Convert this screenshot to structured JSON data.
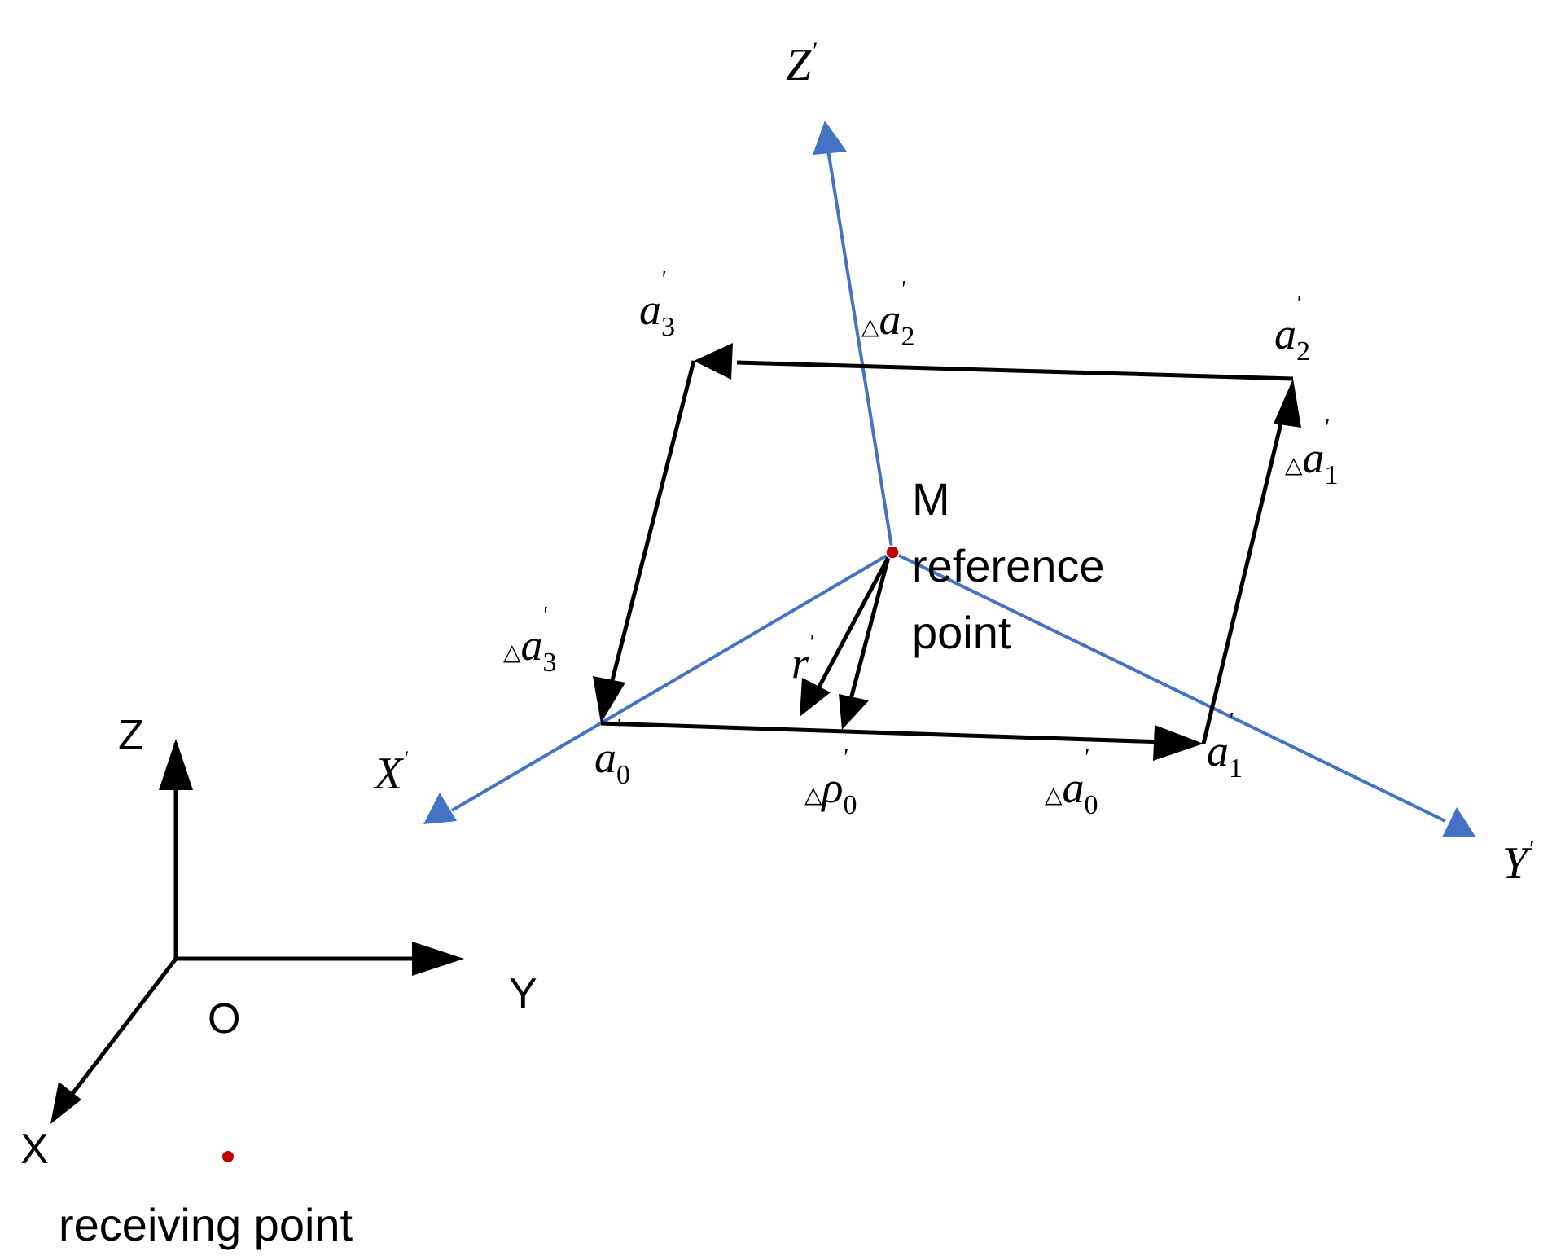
{
  "colors": {
    "axis_blue": "#4472C4",
    "line_black": "#000000",
    "point_red": "#C00000"
  },
  "global_axes": {
    "z": "Z",
    "y": "Y",
    "x": "X",
    "origin": "O"
  },
  "local_axes": {
    "x": "X",
    "y": "Y",
    "z": "Z",
    "prime": "'"
  },
  "reference_point": {
    "name": "M",
    "line1": "reference",
    "line2": "point"
  },
  "receiving_point": {
    "label": "receiving point"
  },
  "vertices": {
    "a0": {
      "base": "a",
      "sub": "0",
      "prime": "'"
    },
    "a1": {
      "base": "a",
      "sub": "1",
      "prime": "'"
    },
    "a2": {
      "base": "a",
      "sub": "2",
      "prime": "'"
    },
    "a3": {
      "base": "a",
      "sub": "3",
      "prime": "'"
    }
  },
  "edges": {
    "da0": {
      "tri": "△",
      "base": "a",
      "sub": "0",
      "prime": "'"
    },
    "da1": {
      "tri": "△",
      "base": "a",
      "sub": "1",
      "prime": "'"
    },
    "da2": {
      "tri": "△",
      "base": "a",
      "sub": "2",
      "prime": "'"
    },
    "da3": {
      "tri": "△",
      "base": "a",
      "sub": "3",
      "prime": "'"
    }
  },
  "vectors": {
    "r": {
      "base": "r",
      "prime": "'"
    },
    "drho0": {
      "tri": "△",
      "base": "ρ",
      "sub": "0",
      "prime": "'"
    }
  }
}
